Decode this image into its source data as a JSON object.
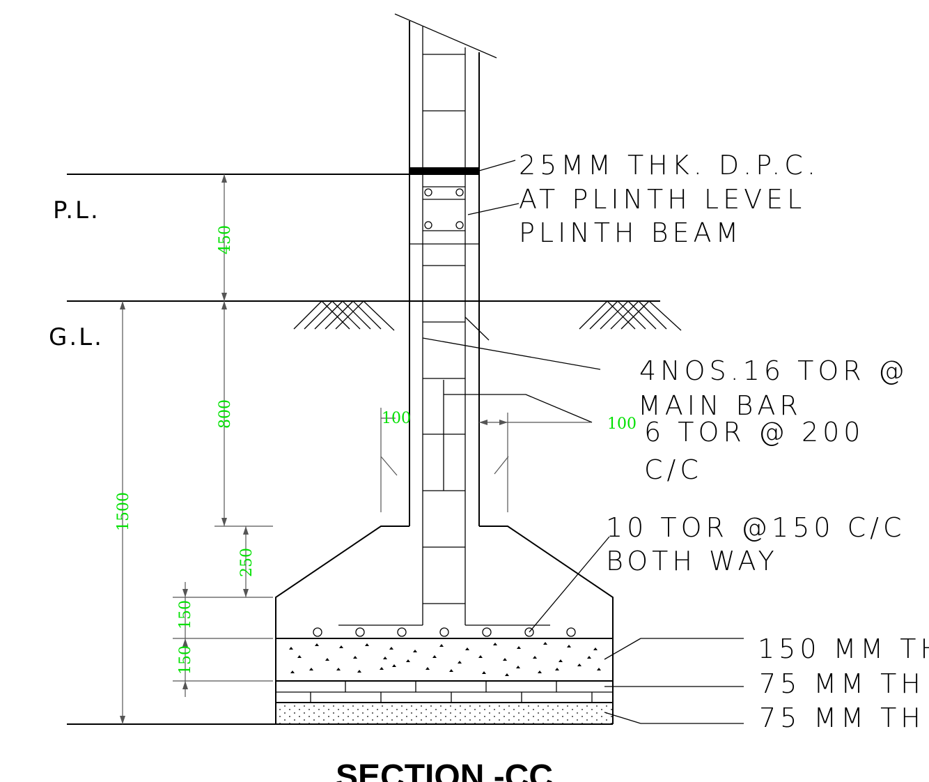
{
  "labels": {
    "pl": "P.L.",
    "gl": "G.L.",
    "dpc_line1": "25MM THK. D.P.C.",
    "dpc_line2": "AT PLINTH LEVEL",
    "plinth_beam": "PLINTH BEAM",
    "main_bar_line1": "4NOS.16 TOR @",
    "main_bar_line2": "MAIN BAR",
    "stirrup_line1": "6 TOR @ 200",
    "stirrup_line2": "C/C",
    "footing_bar_line1": "10 TOR @150 C/C",
    "footing_bar_line2": "BOTH WAY",
    "layer1": "150  MM  TH",
    "layer2": "75   MM  TH",
    "layer3": "75   MM  TH"
  },
  "dimensions": {
    "d450": "450",
    "d800": "800",
    "d1500": "1500",
    "d250": "250",
    "d150a": "150",
    "d150b": "150",
    "d100a": "100",
    "d100b": "100"
  },
  "title": "SECTION -CC",
  "colors": {
    "lines": "#000000",
    "dimension_text": "#00e000"
  }
}
